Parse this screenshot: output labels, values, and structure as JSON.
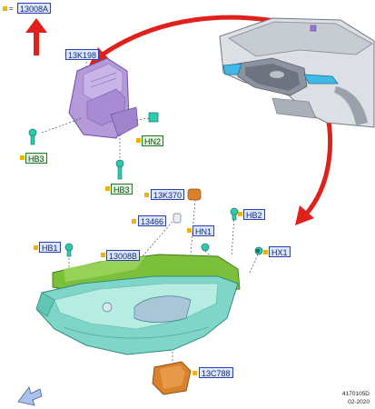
{
  "main_ref": "13008A",
  "labels": {
    "module_13k198": "13K198",
    "hb3_left": "HB3",
    "hn2": "HN2",
    "hb3_bottom": "HB3",
    "p13k370": "13K370",
    "p13466": "13466",
    "hb2": "HB2",
    "hn1": "HN1",
    "hb1": "HB1",
    "p13008b": "13008B",
    "hx1": "HX1",
    "p13c788": "13C788"
  },
  "footer": {
    "code": "4170105D",
    "date": "02-2020"
  },
  "colors": {
    "label_blue_border": "#2b3fb0",
    "label_blue_fill": "#dbe6ff",
    "label_green_border": "#1f7a2a",
    "accent_arrow": "#e0201a",
    "module_purple": "#b49ad8",
    "headlamp_teal": "#7fd6c8",
    "headlamp_green": "#7bbf3a",
    "connector_orange": "#d9822b",
    "ref_square": "#f2b300"
  }
}
